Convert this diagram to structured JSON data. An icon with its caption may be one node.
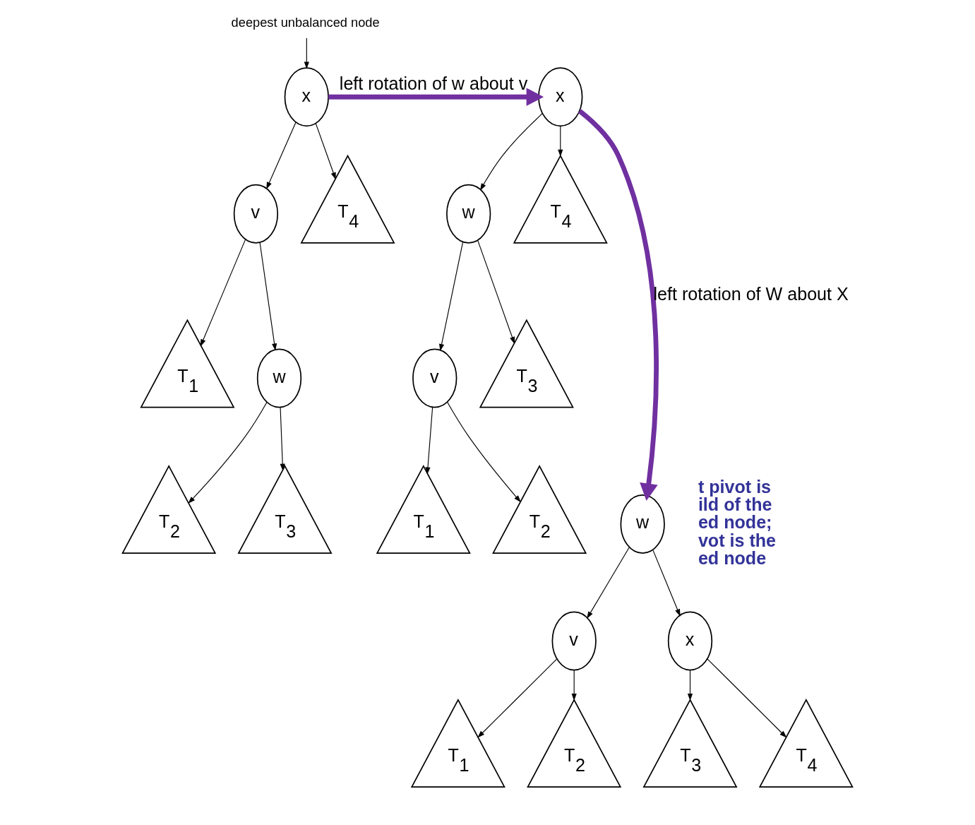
{
  "diagram": {
    "nodes": [
      {
        "text": [
          "x"
        ]
      },
      {
        "text": [
          "v"
        ]
      },
      {
        "text": [
          "w"
        ]
      },
      {
        "text": [
          "T$_{1}$"
        ]
      },
      {
        "text": [
          "T$_{2}$"
        ]
      },
      {
        "text": [
          "T$_{3}$"
        ]
      },
      {
        "text": [
          "T$_{4}$"
        ]
      },
      {
        "text": [
          "deepest unbalanced node"
        ]
      },
      {
        "text": [
          "x"
        ]
      },
      {
        "text": [
          "w"
        ]
      },
      {
        "text": [
          "v"
        ]
      },
      {
        "text": [
          "T$_{1}$"
        ]
      },
      {
        "text": [
          "T$_{2}$"
        ]
      },
      {
        "text": [
          "T$_{3}$"
        ]
      },
      {
        "text": [
          "T$_{4}$"
        ]
      },
      {
        "text": [
          "w"
        ]
      },
      {
        "text": [
          "v"
        ]
      },
      {
        "text": [
          "x"
        ]
      },
      {
        "text": [
          "T$_{1}$"
        ]
      },
      {
        "text": [
          "T$_{2}$"
        ]
      },
      {
        "text": [
          "T$_{3}$"
        ]
      },
      {
        "text": [
          "T$_{4}$"
        ]
      }
    ],
    "edges": [
      {
        "from": 0,
        "to": 1,
        "arrow": "to"
      },
      {
        "from": 0,
        "to": 6,
        "arrow": "to"
      },
      {
        "from": 1,
        "to": 3,
        "arrow": "to"
      },
      {
        "from": 1,
        "to": 2,
        "arrow": "to"
      },
      {
        "from": 2,
        "to": 4,
        "arrow": "to"
      },
      {
        "from": 2,
        "to": 5,
        "arrow": "to"
      },
      {
        "from": 7,
        "to": 0,
        "arrow": "to"
      },
      {
        "from": 0,
        "to": 8,
        "arrow": "to",
        "label": "left rotation of w about v",
        "style": "thick",
        "color": "#7030a0"
      },
      {
        "from": 8,
        "to": 9,
        "arrow": "to"
      },
      {
        "from": 8,
        "to": 14,
        "arrow": "to"
      },
      {
        "from": 9,
        "to": 10,
        "arrow": "to"
      },
      {
        "from": 9,
        "to": 13,
        "arrow": "to"
      },
      {
        "from": 10,
        "to": 11,
        "arrow": "to"
      },
      {
        "from": 10,
        "to": 12,
        "arrow": "to"
      },
      {
        "from": 8,
        "to": 15,
        "arrow": "to",
        "label": "left rotation of W about X",
        "style": "thick",
        "color": "#7030a0"
      },
      {
        "from": 15,
        "to": 16,
        "arrow": "to"
      },
      {
        "from": 15,
        "to": 17,
        "arrow": "to"
      },
      {
        "from": 16,
        "to": 18,
        "arrow": "to"
      },
      {
        "from": 16,
        "to": 19,
        "arrow": "to"
      },
      {
        "from": 17,
        "to": 20,
        "arrow": "to"
      },
      {
        "from": 17,
        "to": 21,
        "arrow": "to"
      }
    ],
    "labels": [
      "t pivot is",
      "ild of the",
      "ed node;",
      "vot is the",
      "ed node"
    ]
  }
}
